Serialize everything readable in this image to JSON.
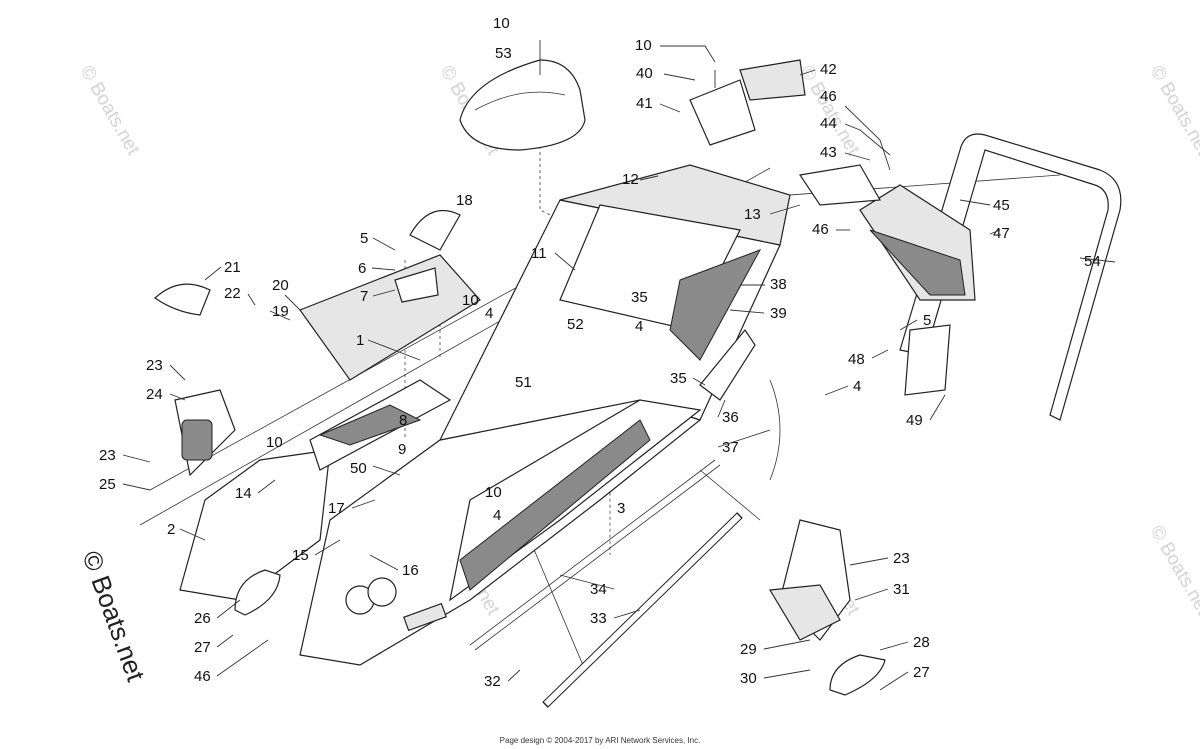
{
  "watermark": {
    "text": "© Boats.net"
  },
  "footer": {
    "text": "Page design © 2004-2017 by ARI Network Services, Inc."
  },
  "callouts": [
    {
      "id": "c10a",
      "label": "10"
    },
    {
      "id": "c53",
      "label": "53"
    },
    {
      "id": "c10b",
      "label": "10"
    },
    {
      "id": "c40",
      "label": "40"
    },
    {
      "id": "c41",
      "label": "41"
    },
    {
      "id": "c42",
      "label": "42"
    },
    {
      "id": "c46a",
      "label": "46"
    },
    {
      "id": "c44",
      "label": "44"
    },
    {
      "id": "c43",
      "label": "43"
    },
    {
      "id": "c12",
      "label": "12"
    },
    {
      "id": "c13",
      "label": "13"
    },
    {
      "id": "c18",
      "label": "18"
    },
    {
      "id": "c45",
      "label": "45"
    },
    {
      "id": "c47",
      "label": "47"
    },
    {
      "id": "c46b",
      "label": "46"
    },
    {
      "id": "c54",
      "label": "54"
    },
    {
      "id": "c5a",
      "label": "5"
    },
    {
      "id": "c6",
      "label": "6"
    },
    {
      "id": "c7",
      "label": "7"
    },
    {
      "id": "c11",
      "label": "11"
    },
    {
      "id": "c38",
      "label": "38"
    },
    {
      "id": "c21",
      "label": "21"
    },
    {
      "id": "c20",
      "label": "20"
    },
    {
      "id": "c22",
      "label": "22"
    },
    {
      "id": "c19",
      "label": "19"
    },
    {
      "id": "c35a",
      "label": "35"
    },
    {
      "id": "c39",
      "label": "39"
    },
    {
      "id": "c10c",
      "label": "10"
    },
    {
      "id": "c4a",
      "label": "4"
    },
    {
      "id": "c52",
      "label": "52"
    },
    {
      "id": "c4b",
      "label": "4"
    },
    {
      "id": "c5b",
      "label": "5"
    },
    {
      "id": "c1",
      "label": "1"
    },
    {
      "id": "c48",
      "label": "48"
    },
    {
      "id": "c23a",
      "label": "23"
    },
    {
      "id": "c51",
      "label": "51"
    },
    {
      "id": "c35b",
      "label": "35"
    },
    {
      "id": "c4c",
      "label": "4"
    },
    {
      "id": "c24",
      "label": "24"
    },
    {
      "id": "c8",
      "label": "8"
    },
    {
      "id": "c36",
      "label": "36"
    },
    {
      "id": "c49",
      "label": "49"
    },
    {
      "id": "c10d",
      "label": "10"
    },
    {
      "id": "c9",
      "label": "9"
    },
    {
      "id": "c37",
      "label": "37"
    },
    {
      "id": "c23b",
      "label": "23"
    },
    {
      "id": "c50",
      "label": "50"
    },
    {
      "id": "c25",
      "label": "25"
    },
    {
      "id": "c14",
      "label": "14"
    },
    {
      "id": "c10e",
      "label": "10"
    },
    {
      "id": "c17",
      "label": "17"
    },
    {
      "id": "c4d",
      "label": "4"
    },
    {
      "id": "c3",
      "label": "3"
    },
    {
      "id": "c2",
      "label": "2"
    },
    {
      "id": "c15",
      "label": "15"
    },
    {
      "id": "c16",
      "label": "16"
    },
    {
      "id": "c23c",
      "label": "23"
    },
    {
      "id": "c34",
      "label": "34"
    },
    {
      "id": "c31",
      "label": "31"
    },
    {
      "id": "c26",
      "label": "26"
    },
    {
      "id": "c33",
      "label": "33"
    },
    {
      "id": "c27a",
      "label": "27"
    },
    {
      "id": "c29",
      "label": "29"
    },
    {
      "id": "c28",
      "label": "28"
    },
    {
      "id": "c46c",
      "label": "46"
    },
    {
      "id": "c30",
      "label": "30"
    },
    {
      "id": "c27b",
      "label": "27"
    },
    {
      "id": "c32",
      "label": "32"
    }
  ]
}
